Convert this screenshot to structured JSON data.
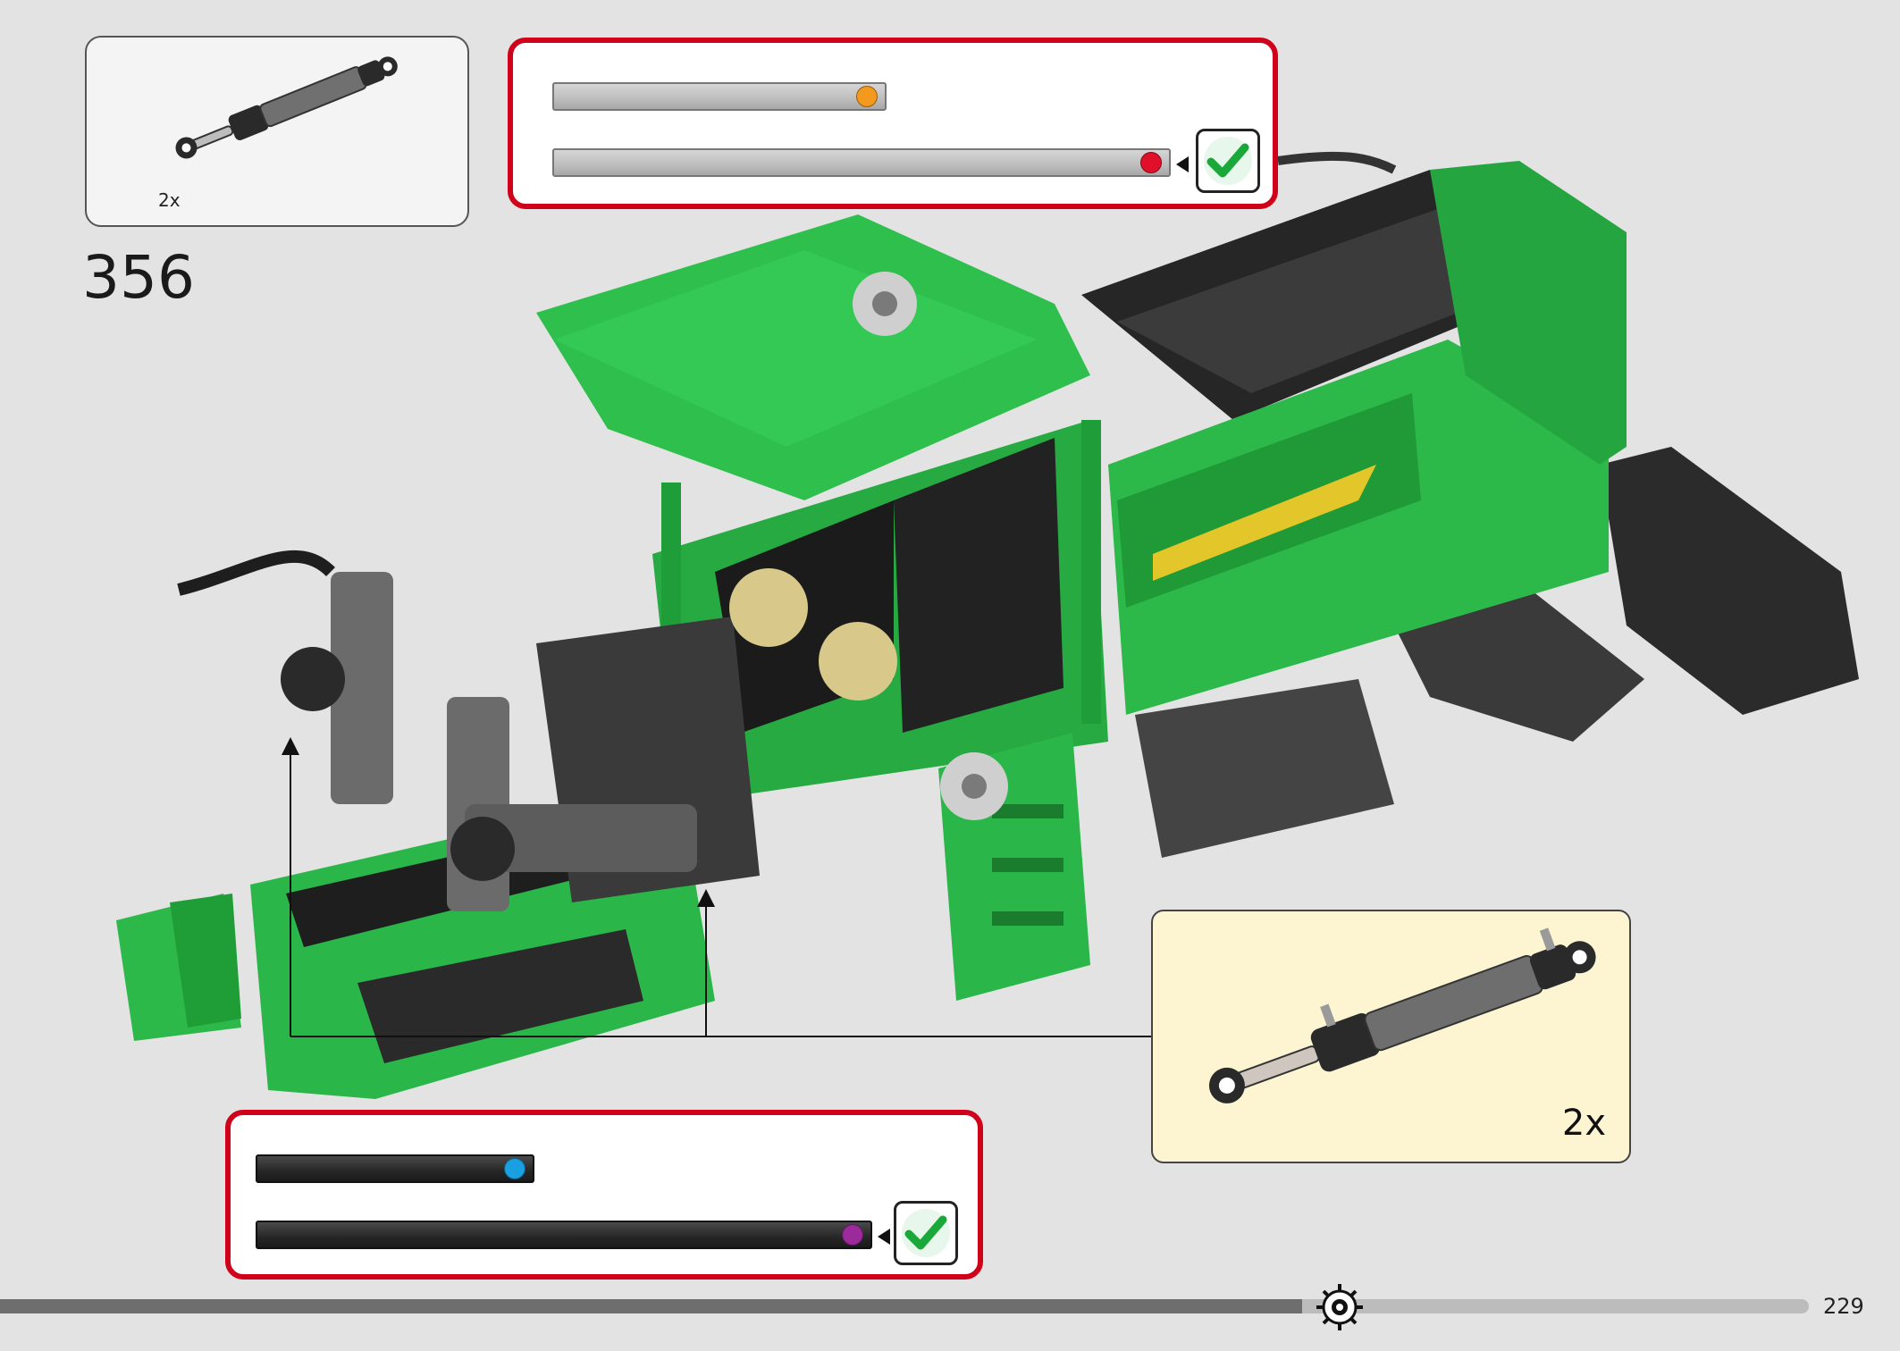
{
  "parts": {
    "quantity": "2x",
    "item": "pneumatic-cylinder"
  },
  "step": {
    "number": "356"
  },
  "check_top": {
    "bars": [
      {
        "style": "light-gray",
        "fill": 0.52,
        "dot_color": "#f39a1e"
      },
      {
        "style": "light-gray",
        "fill": 1.0,
        "dot_color": "#e0102a"
      }
    ],
    "confirm_icon": "checkmark-icon"
  },
  "check_bottom": {
    "bars": [
      {
        "style": "dark",
        "fill": 0.45,
        "dot_color": "#1a9fe0"
      },
      {
        "style": "dark",
        "fill": 1.0,
        "dot_color": "#9b2a9b"
      }
    ],
    "confirm_icon": "checkmark-icon"
  },
  "callout": {
    "quantity": "2x",
    "item": "pneumatic-cylinder"
  },
  "footer": {
    "page_number": "229",
    "progress": 0.72,
    "icon": "gear-icon"
  },
  "colors": {
    "background": "#e3e3e3",
    "panel_border": "#d0021b",
    "model_green": "#2db84a",
    "model_dark": "#2a2a2a",
    "callout_bg": "#fdf5d2",
    "check_green": "#1aa83a"
  }
}
